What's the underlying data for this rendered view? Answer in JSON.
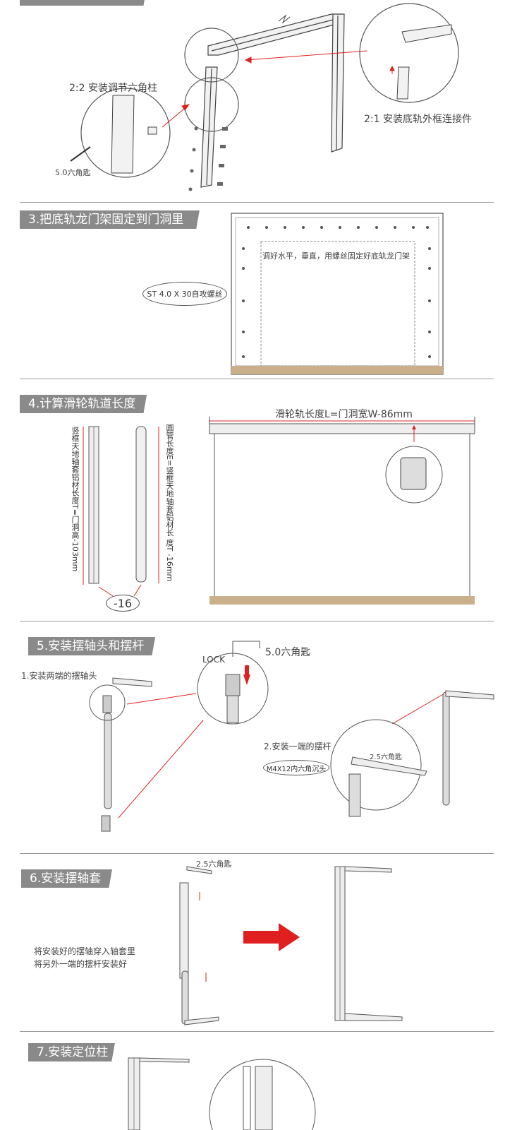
{
  "section2": {
    "sub_left": "2:2 安装调节六角柱",
    "sub_right": "2:1 安装底轨外框连接件",
    "tool": "5.0六角匙"
  },
  "section3": {
    "title": "3.把底轨龙门架固定到门洞里",
    "instruction": "调好水平，垂直，用螺丝固定好底轨龙门架",
    "screw": "ST 4.0 X 30自攻螺丝"
  },
  "section4": {
    "title": "4.计算滑轮轨道长度",
    "formula": "滑轮轨长度L=门洞宽W-86mm",
    "left_vertical": "竖框天地轴套铝材长度T=门洞高-103mm",
    "right_vertical": "圆管长度E=竖框天地轴套铝材长 度T -16mm",
    "minus": "-16"
  },
  "section5": {
    "title": "5.安装摆轴头和摆杆",
    "step1": "1.安装两端的摆轴头",
    "lock": "LOCK",
    "key50": "5.0六角匙",
    "step2": "2.安装一端的摆杆",
    "key25": "2.5六角匙",
    "bolt": "M4X12内六角沉头"
  },
  "section6": {
    "title": "6.安装摆轴套",
    "key25": "2.5六角匙",
    "line1": "将安装好的摆轴穿入轴套里",
    "line2": "将另外一端的摆杆安装好"
  },
  "section7": {
    "title": "7.安装定位柱"
  },
  "colors": {
    "banner": "#8a8a8a",
    "accent": "#e02020",
    "floor": "#c9b08a"
  }
}
